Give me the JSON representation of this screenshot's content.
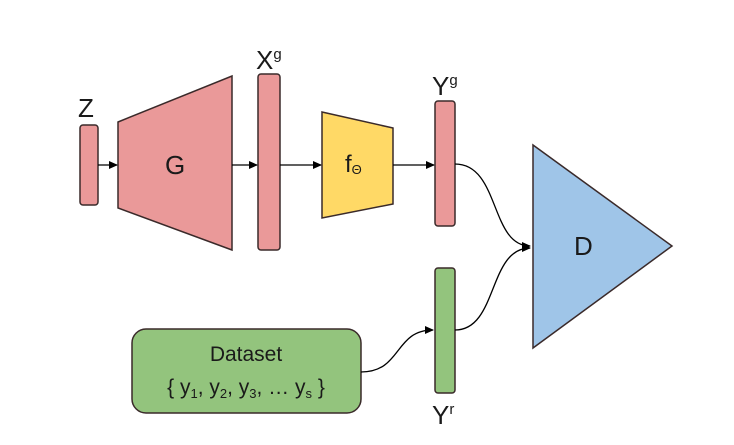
{
  "diagram": {
    "z_label": "Z",
    "generator_label": "G",
    "xg": {
      "base": "X",
      "sup": "g"
    },
    "f_theta": {
      "base": "f",
      "sub": "Θ"
    },
    "yg": {
      "base": "Y",
      "sup": "g"
    },
    "yr": {
      "base": "Y",
      "sup": "r"
    },
    "discriminator_label": "D",
    "dataset": {
      "title": "Dataset",
      "open": "{ ",
      "y1": "y",
      "s1": "1",
      "c1": ", ",
      "y2": "y",
      "s2": "2",
      "c2": ", ",
      "y3": "y",
      "s3": "3",
      "c3": ", … ",
      "ys": "y",
      "ss": "s",
      "close": " }"
    }
  },
  "colors": {
    "red_fill": "#EA9999",
    "red_stroke": "#3a2a2a",
    "yellow_fill": "#FFD966",
    "green_fill": "#93C47D",
    "blue_fill": "#9FC5E8",
    "arrow": "#000000"
  }
}
